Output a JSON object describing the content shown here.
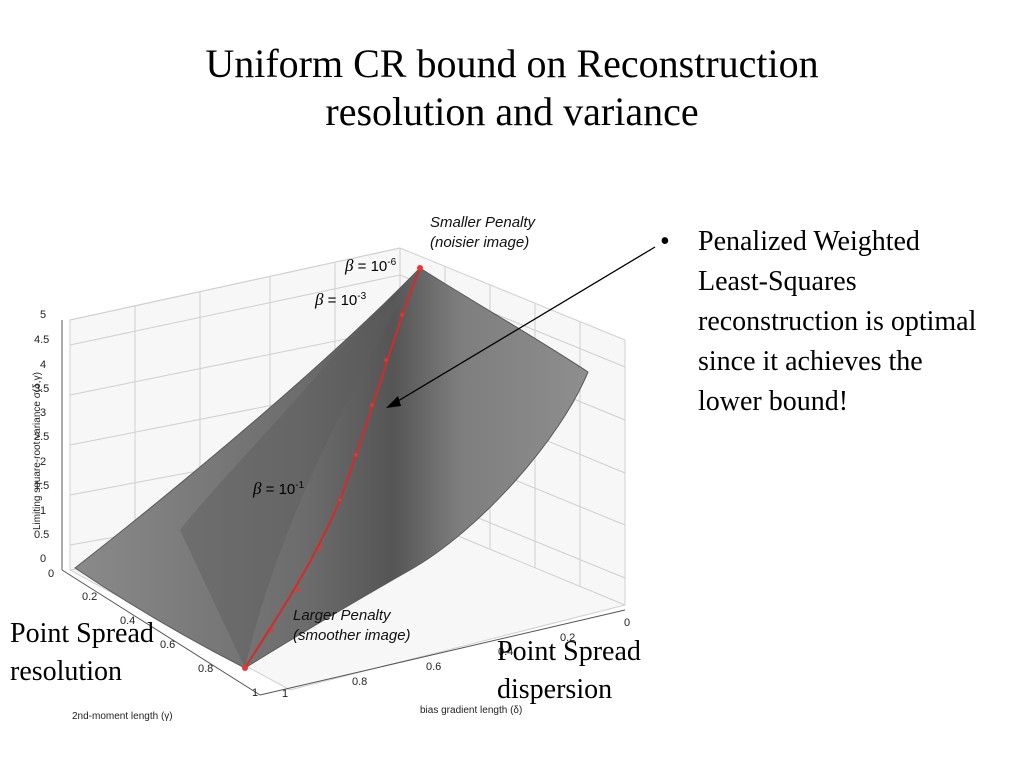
{
  "title": {
    "line1": "Uniform CR bound on Reconstruction",
    "line2": "resolution and variance"
  },
  "bullet": {
    "marker": "•",
    "text": "Penalized Weighted Least-Squares reconstruction is optimal since it achieves the lower bound!"
  },
  "annotations": {
    "smaller_penalty": {
      "line1": "Smaller Penalty",
      "line2": "(noisier image)"
    },
    "larger_penalty": {
      "line1": "Larger Penalty",
      "line2": "(smoother image)"
    }
  },
  "beta_labels": [
    {
      "sym": "β",
      "text": " = 10",
      "exp": "-6"
    },
    {
      "sym": "β",
      "text": " = 10",
      "exp": "-3"
    },
    {
      "sym": "β",
      "text": " = 10",
      "exp": "-1"
    }
  ],
  "labels": {
    "point_spread_resolution": {
      "line1": "Point Spread",
      "line2": "resolution"
    },
    "point_spread_dispersion": {
      "line1": "Point Spread",
      "line2": "dispersion"
    }
  },
  "axes": {
    "z_label": "Limiting square-root variance σ(δ,γ)",
    "x_label": "bias gradient length (δ)",
    "y_label": "2nd-moment length (γ)",
    "z_ticks": [
      "5",
      "4.5",
      "4",
      "3.5",
      "3",
      "2.5",
      "2",
      "1.5",
      "1",
      "0.5",
      "0"
    ],
    "y_ticks": [
      "0",
      "0.2",
      "0.4",
      "0.6",
      "0.8",
      "1"
    ],
    "x_ticks": [
      "1",
      "0.8",
      "0.6",
      "0.4",
      "0.2",
      "0"
    ]
  },
  "colors": {
    "surface": "#7a7a7a",
    "curve": "#d42a2a",
    "grid": "#c8c8c8"
  }
}
